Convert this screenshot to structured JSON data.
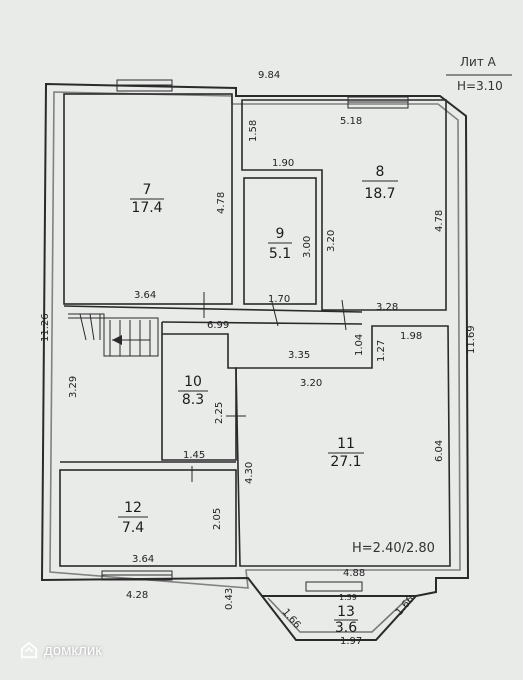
{
  "header": {
    "lit": "Лит А",
    "height": "H=3.10"
  },
  "rooms": [
    {
      "num": "7",
      "area": "17.4"
    },
    {
      "num": "8",
      "area": "18.7"
    },
    {
      "num": "9",
      "area": "5.1"
    },
    {
      "num": "10",
      "area": "8.3"
    },
    {
      "num": "11",
      "area": "27.1"
    },
    {
      "num": "12",
      "area": "7.4"
    },
    {
      "num": "13",
      "area": "3.6"
    }
  ],
  "ceiling_note": "H=2.40/2.80",
  "dims": {
    "top_total": "9.84",
    "r8_top": "5.18",
    "r8_left_step": "1.58",
    "r9_top": "1.90",
    "r7_h": "4.78",
    "r9_h": "3.00",
    "r8_inner": "3.20",
    "r8_h": "4.78",
    "r7_w": "3.64",
    "r9_w": "1.70",
    "r8_w": "3.28",
    "left_total": "11.26",
    "right_total": "11.69",
    "hall_len": "6.99",
    "hall_h": "1.04",
    "r11_step": "1.27",
    "r11_top_right": "1.98",
    "r10_top": "3.35",
    "r11_top": "3.20",
    "stair_h": "3.29",
    "r10_h": "2.25",
    "r10_w": "1.45",
    "r11_h": "6.04",
    "r11_left": "4.30",
    "r12_h": "2.05",
    "r12_w": "3.64",
    "r11_bottom": "4.88",
    "bottom_left": "4.28",
    "bay_small": "0.43",
    "bay_side_l": "1.66",
    "bay_side_r": "1.66",
    "bay_inner": "1.39",
    "bay_bottom": "1.97"
  },
  "watermark": {
    "brand": "домклик"
  }
}
